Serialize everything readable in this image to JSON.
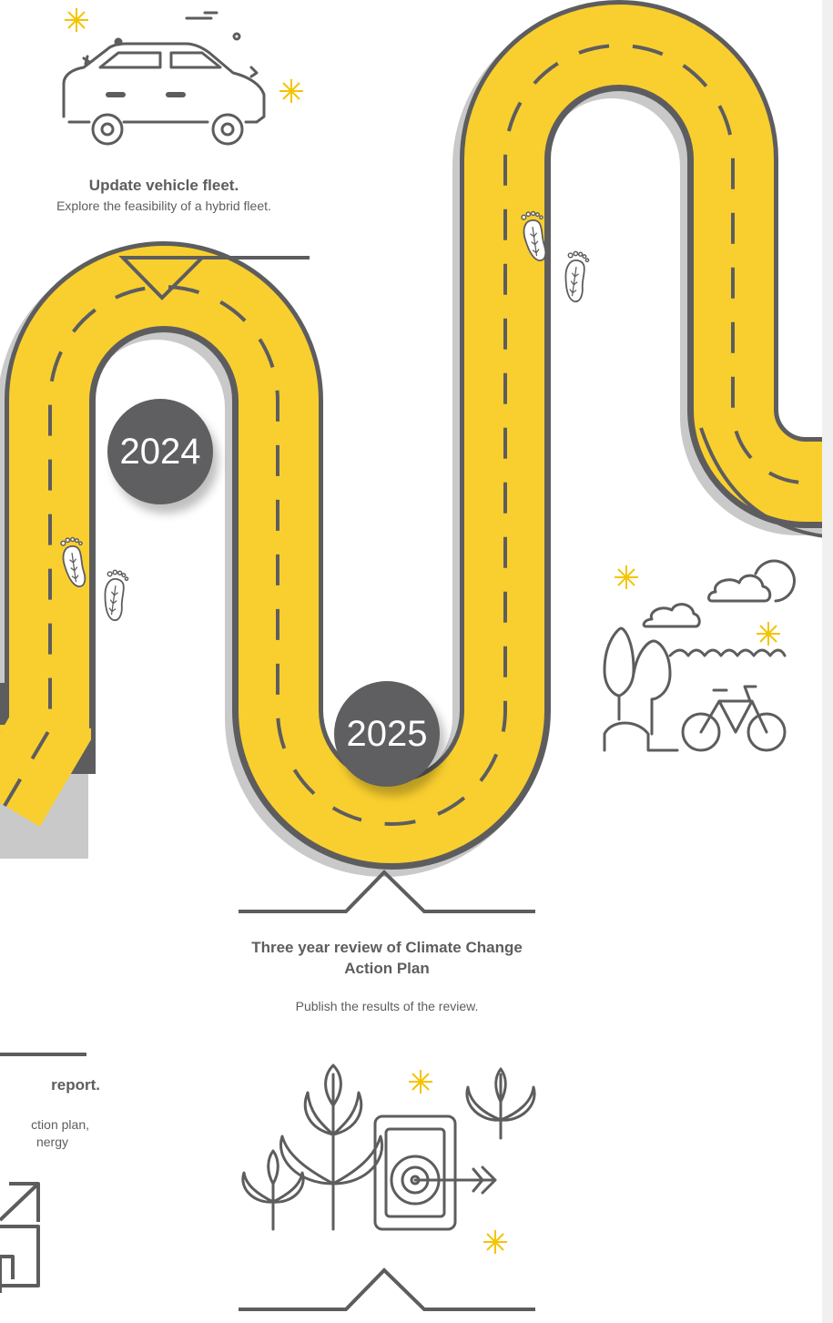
{
  "milestones": [
    {
      "title": "Update vehicle fleet.",
      "description": "Explore the feasibility of a hybrid fleet."
    },
    {
      "title": "Three year review of Climate Change Action Plan",
      "description": "Publish the results of the review."
    },
    {
      "title_fragment": "report.",
      "description_lines": [
        "ction plan,",
        "nergy"
      ]
    }
  ],
  "years": [
    "2024",
    "2025"
  ],
  "icons": [
    "car-icon",
    "footprints-icon",
    "park-bicycle-icon",
    "plants-target-icon",
    "document-arrow-icon",
    "sparkle-icon"
  ],
  "colors": {
    "road": "#f9cf2f",
    "road_shadow": "#9b9b9b",
    "outline": "#5d5d5f",
    "year_badge": "#5f5e60",
    "sparkle": "#f5c400"
  }
}
